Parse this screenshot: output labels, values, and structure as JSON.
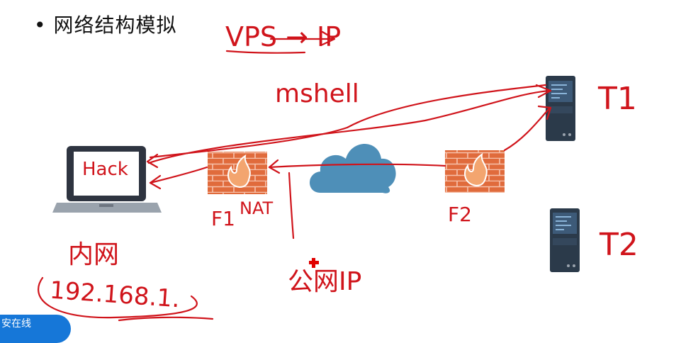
{
  "heading": "网络结构模拟",
  "bullet": "•",
  "nodes": {
    "hacker_screen_text": "Hack",
    "firewall1_label": "F1",
    "nat_label": "NAT",
    "firewall2_label": "F2",
    "server1_label": "T1",
    "server2_label": "T2"
  },
  "annotations": {
    "vps_note": "VPS → IP",
    "mshell_note": "mshell",
    "intranet_note": "内网",
    "public_ip_note": "公网IP",
    "lan_ip_note": "192.168.1."
  },
  "badge_text": "安在线",
  "colors": {
    "ink": "#d0141b",
    "brick": "#e06b3c",
    "cloud": "#4e8fb8",
    "server": "#2b3a4a"
  }
}
